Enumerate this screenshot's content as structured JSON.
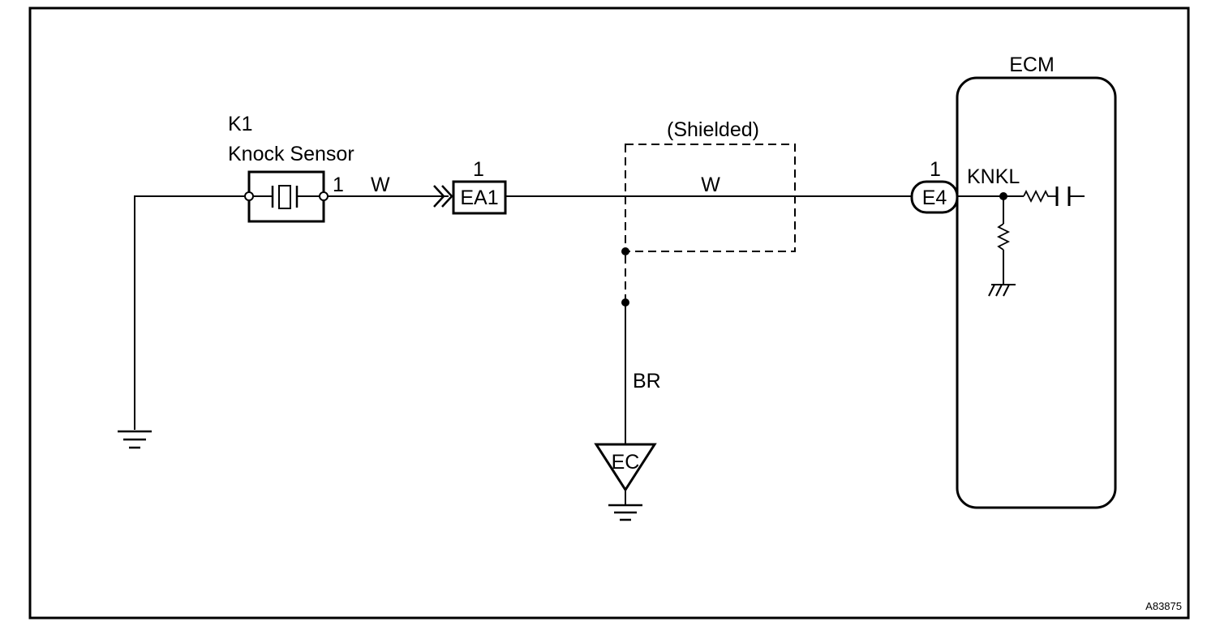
{
  "colors": {
    "line": "#000000",
    "background": "#ffffff"
  },
  "sensor": {
    "code": "K1",
    "name": "Knock Sensor",
    "pin": "1"
  },
  "connector_ea1": {
    "label": "EA1",
    "pin": "1"
  },
  "wire_sensor": {
    "color": "W"
  },
  "shield": {
    "label": "(Shielded)",
    "wire_color": "W"
  },
  "ground_wire": {
    "color": "BR"
  },
  "ground_point": {
    "label": "EC"
  },
  "ecm": {
    "title": "ECM",
    "connector": "E4",
    "pin": "1",
    "terminal": "KNKL"
  },
  "figure_id": "A83875"
}
